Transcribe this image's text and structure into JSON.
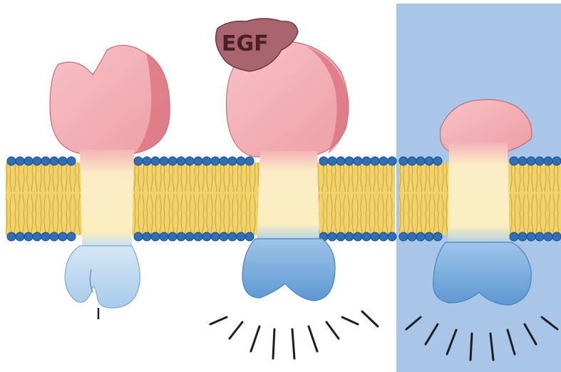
{
  "figure": {
    "ligand_label": "EGF",
    "colors": {
      "background_left": "#ffffff",
      "background_right_panel": "#a9c5e8",
      "lipid_tail": "#f2cf5c",
      "lipid_head": "#2f6fb8",
      "extracellular_domain": "#f2a8ae",
      "extracellular_shadow": "#d9707c",
      "transmembrane_domain": "#fbefc0",
      "kinase_domain_inactive": "#b9d6ef",
      "kinase_domain_active": "#6fa6d8",
      "egf_ligand": "#a8646f",
      "activity_lines": "#1f1f1f"
    },
    "receptors": [
      {
        "name": "receptor-unbound",
        "state": "inactive"
      },
      {
        "name": "receptor-egf-bound",
        "state": "active"
      },
      {
        "name": "receptor-truncated-mutant",
        "state": "active"
      }
    ]
  }
}
